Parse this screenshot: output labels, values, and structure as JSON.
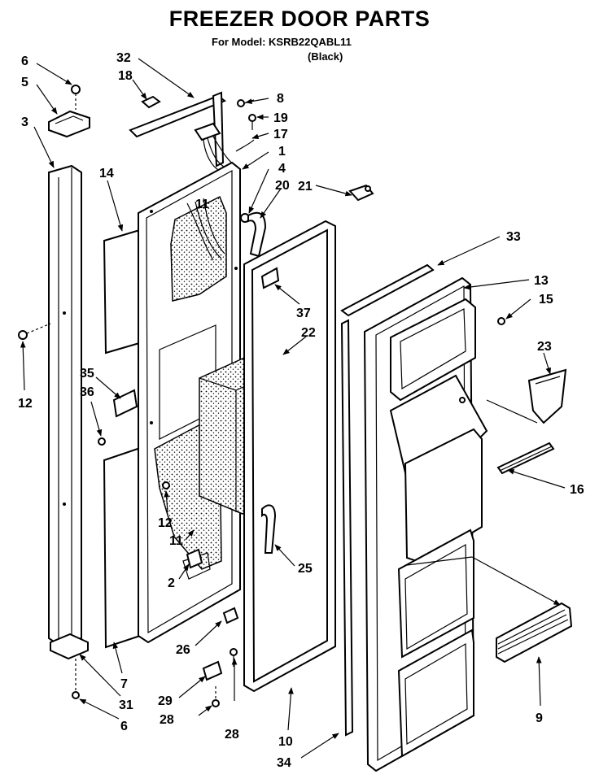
{
  "header": {
    "title": "FREEZER DOOR PARTS",
    "model_line": "For Model: KSRB22QABL11",
    "color_line": "(Black)"
  },
  "callouts": [
    {
      "id": "c6a",
      "label": "6"
    },
    {
      "id": "c5",
      "label": "5"
    },
    {
      "id": "c3",
      "label": "3"
    },
    {
      "id": "c32",
      "label": "32"
    },
    {
      "id": "c18",
      "label": "18"
    },
    {
      "id": "c8",
      "label": "8"
    },
    {
      "id": "c19",
      "label": "19"
    },
    {
      "id": "c17",
      "label": "17"
    },
    {
      "id": "c1",
      "label": "1"
    },
    {
      "id": "c4",
      "label": "4"
    },
    {
      "id": "c20",
      "label": "20"
    },
    {
      "id": "c21",
      "label": "21"
    },
    {
      "id": "c14",
      "label": "14"
    },
    {
      "id": "c11a",
      "label": "11"
    },
    {
      "id": "c33",
      "label": "33"
    },
    {
      "id": "c13",
      "label": "13"
    },
    {
      "id": "c15",
      "label": "15"
    },
    {
      "id": "c37",
      "label": "37"
    },
    {
      "id": "c22",
      "label": "22"
    },
    {
      "id": "c23",
      "label": "23"
    },
    {
      "id": "c12a",
      "label": "12"
    },
    {
      "id": "c35",
      "label": "35"
    },
    {
      "id": "c36",
      "label": "36"
    },
    {
      "id": "c16",
      "label": "16"
    },
    {
      "id": "c12b",
      "label": "12"
    },
    {
      "id": "c11b",
      "label": "11"
    },
    {
      "id": "c25",
      "label": "25"
    },
    {
      "id": "c2",
      "label": "2"
    },
    {
      "id": "c26",
      "label": "26"
    },
    {
      "id": "c7",
      "label": "7"
    },
    {
      "id": "c31",
      "label": "31"
    },
    {
      "id": "c29",
      "label": "29"
    },
    {
      "id": "c6b",
      "label": "6"
    },
    {
      "id": "c28a",
      "label": "28"
    },
    {
      "id": "c28b",
      "label": "28"
    },
    {
      "id": "c10",
      "label": "10"
    },
    {
      "id": "c34",
      "label": "34"
    },
    {
      "id": "c9",
      "label": "9"
    }
  ]
}
